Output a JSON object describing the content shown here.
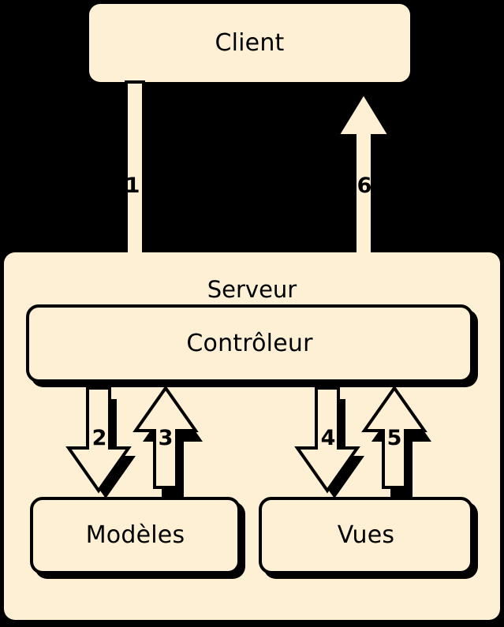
{
  "diagram": {
    "title": "MVC client-server flow",
    "palette": {
      "background": "#000000",
      "box_fill": "#FDF0D5",
      "stroke": "#000000",
      "shadow": "#000000"
    },
    "nodes": [
      {
        "id": "client",
        "label": "Client"
      },
      {
        "id": "server",
        "label": "Serveur"
      },
      {
        "id": "controller",
        "label": "Contrôleur"
      },
      {
        "id": "models",
        "label": "Modèles"
      },
      {
        "id": "views",
        "label": "Vues"
      }
    ],
    "arrows": [
      {
        "id": "a1",
        "number": "1",
        "from": "client",
        "to": "controller",
        "direction": "down"
      },
      {
        "id": "a2",
        "number": "2",
        "from": "controller",
        "to": "models",
        "direction": "down"
      },
      {
        "id": "a3",
        "number": "3",
        "from": "models",
        "to": "controller",
        "direction": "up"
      },
      {
        "id": "a4",
        "number": "4",
        "from": "controller",
        "to": "views",
        "direction": "down"
      },
      {
        "id": "a5",
        "number": "5",
        "from": "views",
        "to": "controller",
        "direction": "up"
      },
      {
        "id": "a6",
        "number": "6",
        "from": "controller",
        "to": "client",
        "direction": "up"
      }
    ]
  }
}
